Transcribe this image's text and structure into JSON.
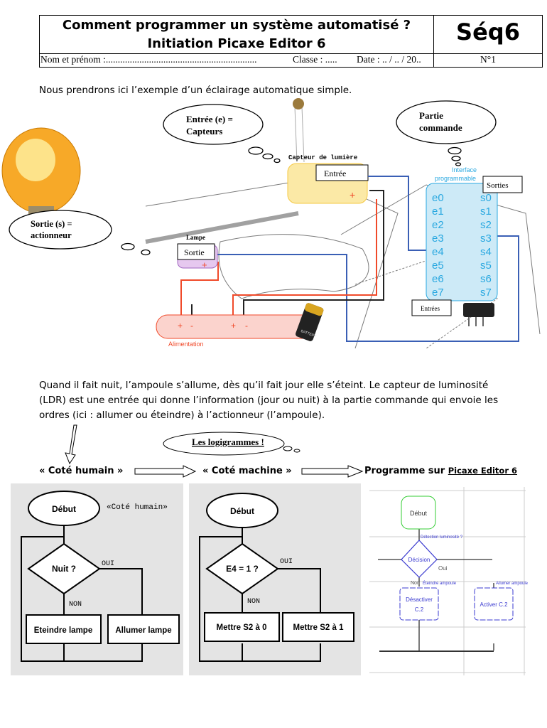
{
  "header": {
    "title_line1": "Comment programmer un système automatisé ?",
    "title_line2": "Initiation Picaxe Editor 6",
    "sequence": "Séq6",
    "name_field": "Nom et prénom :...............................................................",
    "class_field": "Classe : .....",
    "date_field": "Date :  ..  /  ..  / 20..",
    "number": "N°1"
  },
  "intro": "Nous prendrons ici l’exemple d’un éclairage automatique simple.",
  "diagram": {
    "cloud_input": [
      "Entrée (e) =",
      "Capteurs"
    ],
    "cloud_control": [
      "Partie",
      "commande"
    ],
    "cloud_output": [
      "Sortie (s) =",
      "actionneur"
    ],
    "sensor_label": "Capteur de lumière",
    "entree_box": "Entrée",
    "interface_label": [
      "Interface",
      "programmable"
    ],
    "sorties_box": "Sorties",
    "entrees_box": "Entrées",
    "lamp_label": "Lampe",
    "sortie_box": "Sortie",
    "power_label": "Alimentation",
    "battery_text": "BATTERY",
    "inputs": [
      "e0",
      "e1",
      "e2",
      "e3",
      "e4",
      "e5",
      "e6",
      "e7"
    ],
    "outputs": [
      "s0",
      "s1",
      "s2",
      "s3",
      "s4",
      "s5",
      "s6",
      "s7"
    ],
    "plus": "+",
    "minus": "-",
    "colors": {
      "interface": "#cdeaf7",
      "interface_text": "#29a8e0",
      "wire_blue": "#3a5fb5",
      "wire_red": "#f04a2a",
      "sensor": "#fbe9a6",
      "power": "#fbd3cd",
      "lamp": "#e6c8ef"
    }
  },
  "paragraph": [
    "Quand il fait nuit, l’ampoule s’allume, dès qu’il fait jour elle s’éteint. Le capteur de luminosité",
    "(LDR) est une entrée qui donne l’information (jour ou nuit) à la partie commande qui envoie les",
    "ordres (ici : allumer ou éteindre) à l’actionneur (l’ampoule)."
  ],
  "logigrammes_cloud": "Les logigrammes !",
  "columns": {
    "human": "« Coté humain »",
    "machine": "« Coté machine »",
    "program_prefix": "Programme sur ",
    "program_name": "Picaxe Editor 6"
  },
  "flow_human": {
    "start": "Début",
    "caption": "«Coté humain»",
    "decision": "Nuit ?",
    "yes": "OUI",
    "no": "NON",
    "no_action": "Eteindre lampe",
    "yes_action": "Allumer lampe"
  },
  "flow_machine": {
    "start": "Début",
    "decision": "E4 = 1 ?",
    "yes": "OUI",
    "no": "NON",
    "no_action": "Mettre S2 à 0",
    "yes_action": "Mettre S2 à 1"
  },
  "flow_picaxe": {
    "start": "Début",
    "decision_note": "Détection luminosité ?",
    "decision": "Décision",
    "yes": "Oui",
    "no": "Non",
    "no_note": "Éteindre ampoule",
    "yes_note": "Allumer ampoule",
    "no_action": [
      "Désactiver",
      "C.2"
    ],
    "yes_action": "Activer C.2"
  }
}
